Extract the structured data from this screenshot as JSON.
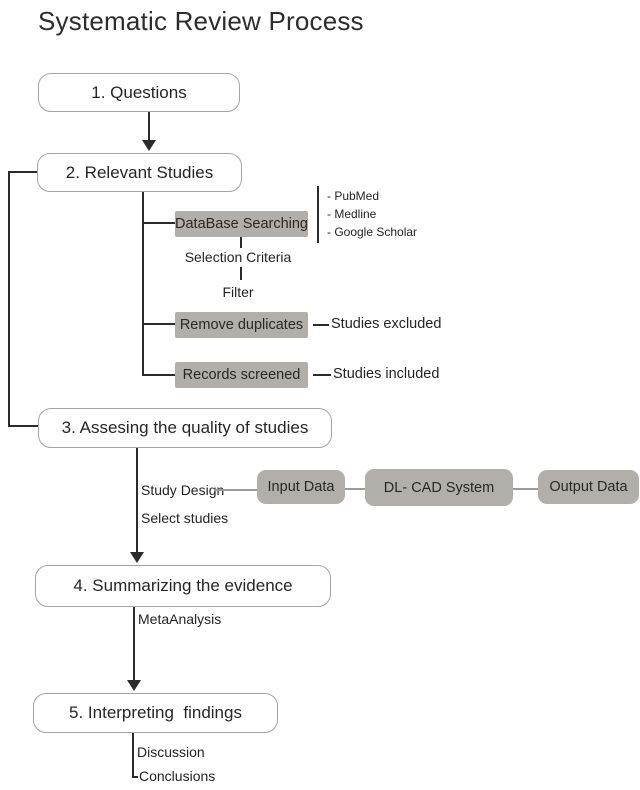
{
  "title": "Systematic Review Process",
  "steps": {
    "step1": "1. Questions",
    "step2": "2. Relevant Studies",
    "step3": "3. Assesing the quality of studies",
    "step4": "4. Summarizing the evidence",
    "step5": "5. Interpreting  findings"
  },
  "search_branch": {
    "database_searching": "DataBase Searching",
    "sources": [
      "- PubMed",
      "- Medline",
      "- Google Scholar"
    ],
    "selection_criteria": "Selection Criteria",
    "filter": "Filter",
    "remove_duplicates": "Remove duplicates",
    "studies_excluded": "Studies excluded",
    "records_screened": "Records screened",
    "studies_included": "Studies included"
  },
  "assessment_branch": {
    "study_design": "Study Design",
    "select_studies": "Select studies",
    "input_data": "Input Data",
    "dl_cad_system": "DL- CAD System",
    "output_data": "Output Data"
  },
  "summarizing_branch": {
    "meta_analysis": "MetaAnalysis"
  },
  "interpreting_branch": {
    "discussion": "Discussion",
    "conclusions": "Conclusions"
  },
  "colors": {
    "gray_box_fill": "#b2afab",
    "flow_line": "#2b2b2b",
    "thin_connector_line": "#9c9c9c",
    "step_box_border": "#a5a5a5",
    "text": "#262626",
    "background": "#ffffff"
  }
}
